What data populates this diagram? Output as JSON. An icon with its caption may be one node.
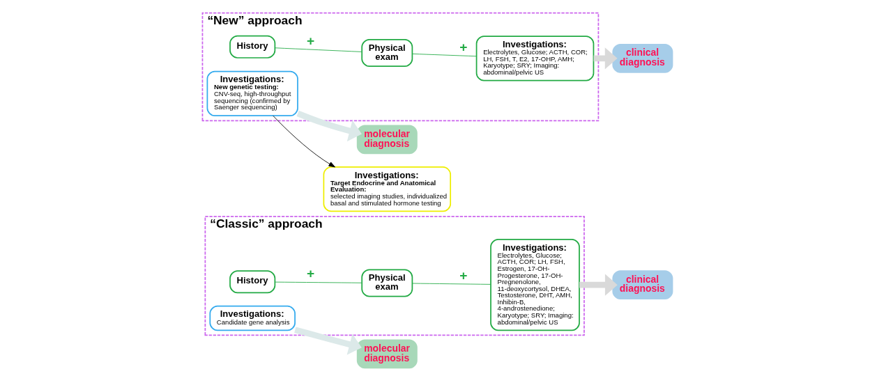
{
  "diagram": {
    "nodes": [
      {
        "text": [
          "“Classic” approach"
        ]
      },
      {
        "text": [
          "History"
        ],
        "in": 0
      },
      {
        "text": [
          "Physical exam"
        ],
        "in": 0
      },
      {
        "text": [
          "Investigations:",
          "Electrolytes, Glucose; ACTH, COR; LH, FSH, Estrogen, 17-OH-Progesterone, 17-OH-Pregnenolone, 11-deoxycortysol, DHEA, Testosterone, DHT, AMH, Inhibin-B, 4-androstenedione; Karyotype; SRY; Imaging: abdominal/pelvic US"
        ],
        "in": 0
      },
      {
        "text": [
          "clinical diagnosis"
        ]
      },
      {
        "text": [
          "Investigations:",
          "Candidate gene analysis"
        ],
        "in": 0
      },
      {
        "text": [
          "molecular diagnosis"
        ]
      },
      {
        "text": [
          "“New” approach"
        ]
      },
      {
        "text": [
          "History"
        ],
        "in": 7
      },
      {
        "text": [
          "Physical exam"
        ],
        "in": 7
      },
      {
        "text": [
          "Investigations:",
          "Electrolytes, Glucose; ACTH, COR; LH, FSH, T, E2, 17-OHP, AMH; Karyotype; SRY; Imaging: abdominal/pelvic US"
        ],
        "in": 7
      },
      {
        "text": [
          "clinical diagnosis"
        ]
      },
      {
        "text": [
          "Investigations:",
          "New genetic testing:",
          "CNV-seq, high-throughput sequencing (confirmed by Saenger sequencing)"
        ],
        "in": 7
      },
      {
        "text": [
          "molecular diagnosis"
        ]
      },
      {
        "text": [
          "Investigations:",
          "Target Endocrine and Anatomical Evaluation:",
          "selected imaging studies, individualized basal and stimulated hormone testing"
        ]
      }
    ],
    "edges": [
      {
        "from": 1,
        "to": 2,
        "arrow": "none",
        "label": "+",
        "color": "#22aa44"
      },
      {
        "from": 2,
        "to": 3,
        "arrow": "none",
        "label": "+",
        "color": "#22aa44"
      },
      {
        "from": 3,
        "to": 4,
        "arrow": "to",
        "style": "thick",
        "color": "#d9d9d9"
      },
      {
        "from": 5,
        "to": 6,
        "arrow": "to",
        "style": "thick",
        "color": "#dce9e9"
      },
      {
        "from": 8,
        "to": 9,
        "arrow": "none",
        "label": "+",
        "color": "#22aa44"
      },
      {
        "from": 9,
        "to": 10,
        "arrow": "none",
        "label": "+",
        "color": "#22aa44"
      },
      {
        "from": 10,
        "to": 11,
        "arrow": "to",
        "style": "thick",
        "color": "#d9d9d9"
      },
      {
        "from": 12,
        "to": 13,
        "arrow": "to",
        "style": "thick",
        "color": "#dce9e9"
      },
      {
        "from": 12,
        "to": 14,
        "arrow": "to",
        "color": "#000000"
      }
    ]
  }
}
